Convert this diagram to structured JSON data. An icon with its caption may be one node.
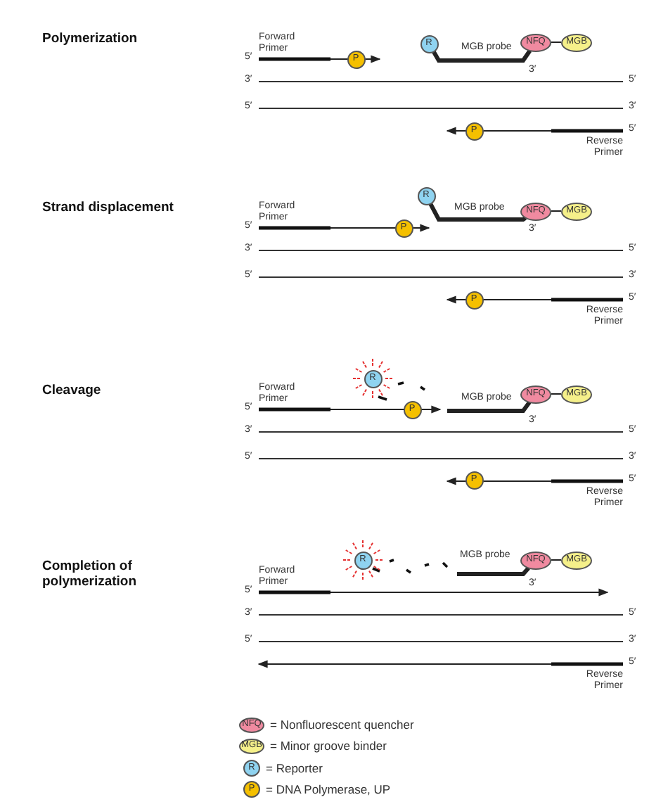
{
  "diagram": {
    "nodes": [
      {
        "text": [
          "R"
        ]
      },
      {
        "text": [
          "NFQ"
        ]
      },
      {
        "text": [
          "MGB"
        ]
      },
      {
        "text": [
          "P"
        ]
      },
      {
        "text": [
          "P"
        ]
      },
      {
        "text": [
          "R"
        ]
      },
      {
        "text": [
          "NFQ"
        ]
      },
      {
        "text": [
          "MGB"
        ]
      },
      {
        "text": [
          "P"
        ]
      },
      {
        "text": [
          "P"
        ]
      },
      {
        "text": [
          "R"
        ]
      },
      {
        "text": [
          "NFQ"
        ]
      },
      {
        "text": [
          "MGB"
        ]
      },
      {
        "text": [
          "P"
        ]
      },
      {
        "text": [
          "P"
        ]
      },
      {
        "text": [
          "R"
        ]
      },
      {
        "text": [
          "NFQ"
        ]
      },
      {
        "text": [
          "MGB"
        ]
      },
      {
        "text": [
          "NFQ"
        ],
        "beside": [
          "= Nonfluorescent quencher"
        ]
      },
      {
        "text": [
          "MGB"
        ],
        "beside": [
          "= Minor groove binder"
        ]
      },
      {
        "text": [
          "R"
        ],
        "beside": [
          "= Reporter"
        ]
      },
      {
        "text": [
          "P"
        ],
        "beside": [
          "= DNA Polymerase, UP"
        ]
      }
    ],
    "edges": [
      {
        "from": 0,
        "to": 1,
        "arrow": "none",
        "style": "thick"
      },
      {
        "from": 1,
        "to": 2,
        "arrow": "none"
      },
      {
        "from": 5,
        "to": 6,
        "arrow": "none",
        "style": "thick"
      },
      {
        "from": 6,
        "to": 7,
        "arrow": "none"
      },
      {
        "from": null,
        "to": 11,
        "arrow": "none",
        "style": "thick"
      },
      {
        "from": 11,
        "to": 12,
        "arrow": "none"
      },
      {
        "from": null,
        "to": 16,
        "arrow": "none",
        "style": "thick"
      },
      {
        "from": 16,
        "to": 17,
        "arrow": "none"
      }
    ],
    "labels": [
      "Polymerization",
      "Forward Primer",
      "MGB probe",
      "5′",
      "3′",
      "3′",
      "5′",
      "5′",
      "3′",
      "5′",
      "Reverse Primer",
      "Strand displacement",
      "Forward Primer",
      "MGB probe",
      "5′",
      "3′",
      "3′",
      "5′",
      "5′",
      "3′",
      "5′",
      "Reverse Primer",
      "Cleavage",
      "Forward Primer",
      "MGB probe",
      "5′",
      "3′",
      "3′",
      "5′",
      "5′",
      "3′",
      "5′",
      "Reverse Primer",
      "Completion of polymerization",
      "Forward Primer",
      "MGB probe",
      "5′",
      "3′",
      "3′",
      "5′",
      "5′",
      "3′",
      "5′",
      "Reverse Primer"
    ]
  }
}
